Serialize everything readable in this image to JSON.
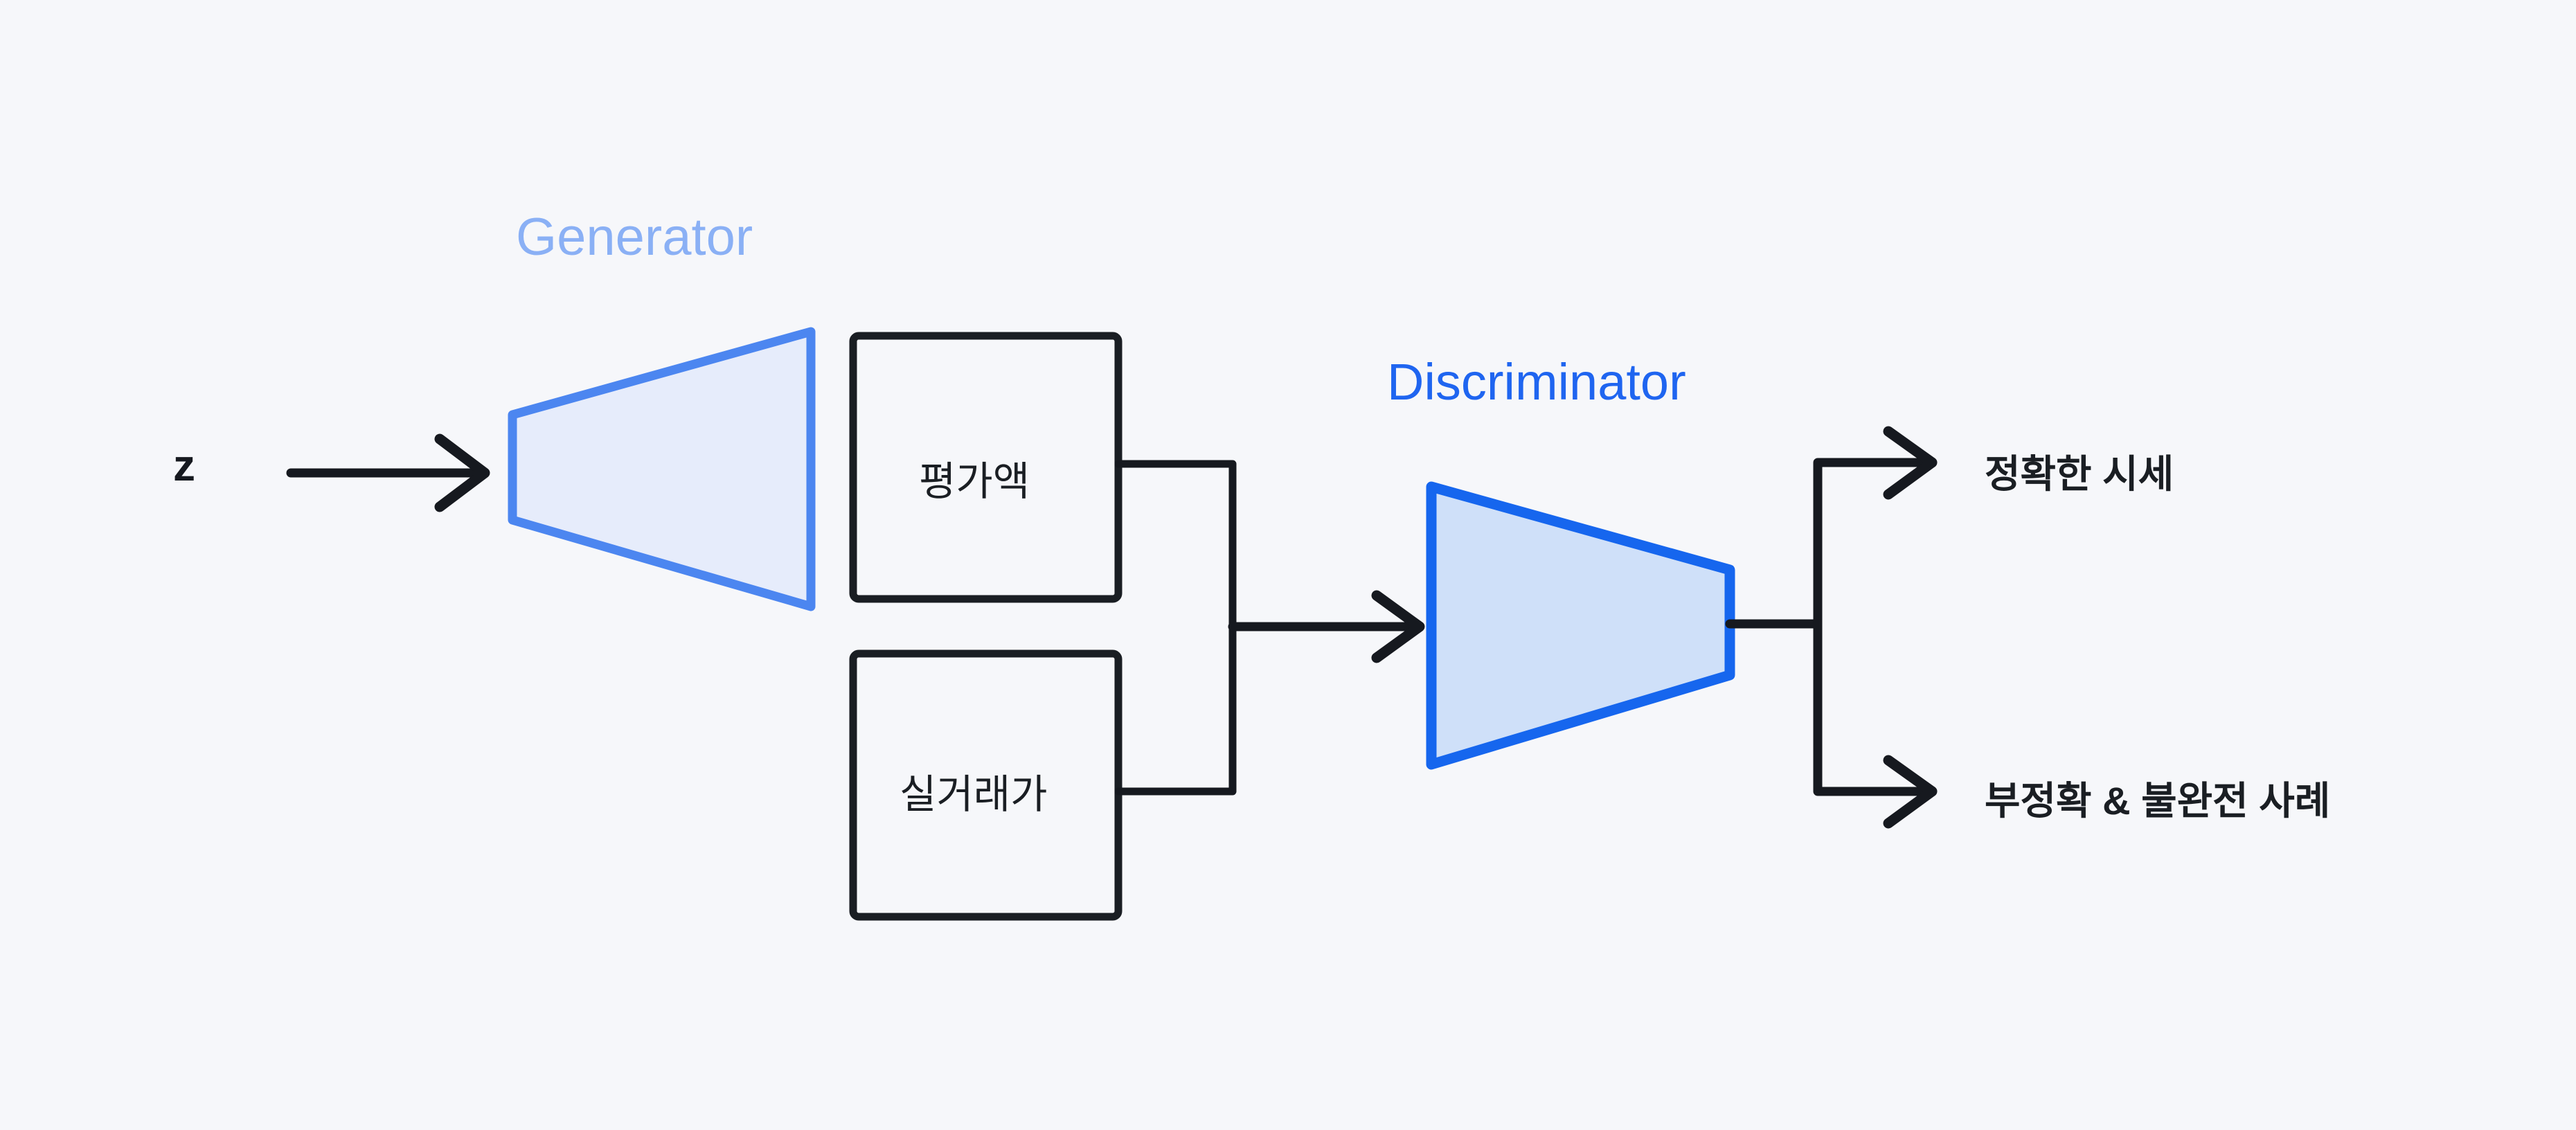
{
  "diagram": {
    "title_semantics": "GAN architecture flow diagram",
    "background_color": "#f6f7fa",
    "input": {
      "label": "z"
    },
    "generator": {
      "label": "Generator",
      "color": "#8ab0f5",
      "shape_fill": "#e6ecfb",
      "shape_stroke": "#4c86f0"
    },
    "discriminator": {
      "label": "Discriminator",
      "color": "#1f65f0",
      "shape_fill": "#cfe0f9",
      "shape_stroke": "#1666ee"
    },
    "boxes": [
      {
        "label": "평가액"
      },
      {
        "label": "실거래가"
      }
    ],
    "outputs": [
      {
        "label": "정확한 시세"
      },
      {
        "label": "부정확 & 불완전 사례"
      }
    ],
    "line_color": "#16191f",
    "box_stroke": "#1a1e23"
  }
}
